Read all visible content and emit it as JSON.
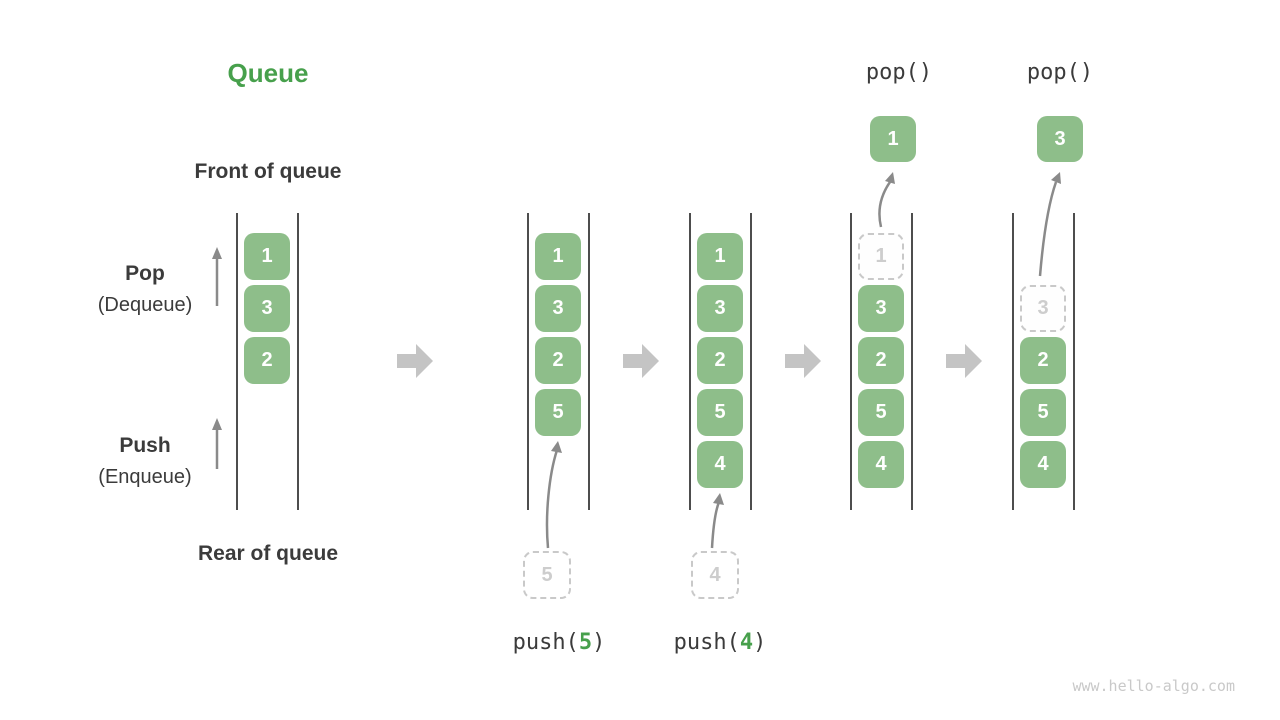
{
  "title": "Queue",
  "watermark": "www.hello-algo.com",
  "labels": {
    "front": "Front of queue",
    "rear": "Rear of queue",
    "pop": "Pop",
    "pop_sub": "(Dequeue)",
    "push": "Push",
    "push_sub": "(Enqueue)"
  },
  "colors": {
    "accent_green": "#47a04c",
    "item_green": "#8ebe8a",
    "ghost_gray": "#c9c9c9",
    "block_arrow_gray": "#c4c4c4",
    "thin_arrow_gray": "#8a8a8a",
    "wall_gray": "#4d4d4d",
    "text_dark": "#3b3b3b"
  },
  "states": [
    {
      "slots": [
        {
          "value": "1"
        },
        {
          "value": "3"
        },
        {
          "value": "2"
        }
      ]
    },
    {
      "slots": [
        {
          "value": "1"
        },
        {
          "value": "3"
        },
        {
          "value": "2"
        },
        {
          "value": "5"
        }
      ],
      "staged": {
        "value": "5"
      },
      "op": {
        "prefix": "push(",
        "arg": "5",
        "suffix": ")"
      }
    },
    {
      "slots": [
        {
          "value": "1"
        },
        {
          "value": "3"
        },
        {
          "value": "2"
        },
        {
          "value": "5"
        },
        {
          "value": "4"
        }
      ],
      "staged": {
        "value": "4"
      },
      "op": {
        "prefix": "push(",
        "arg": "4",
        "suffix": ")"
      }
    },
    {
      "slots": [
        {
          "value": "1",
          "style": "ghost"
        },
        {
          "value": "3"
        },
        {
          "value": "2"
        },
        {
          "value": "5"
        },
        {
          "value": "4"
        }
      ],
      "popped": {
        "value": "1"
      },
      "op_label": "pop()"
    },
    {
      "slots": [
        {
          "value": "3",
          "style": "ghost"
        },
        {
          "value": "2"
        },
        {
          "value": "5"
        },
        {
          "value": "4"
        }
      ],
      "popped": {
        "value": "3"
      },
      "op_label": "pop()"
    }
  ]
}
